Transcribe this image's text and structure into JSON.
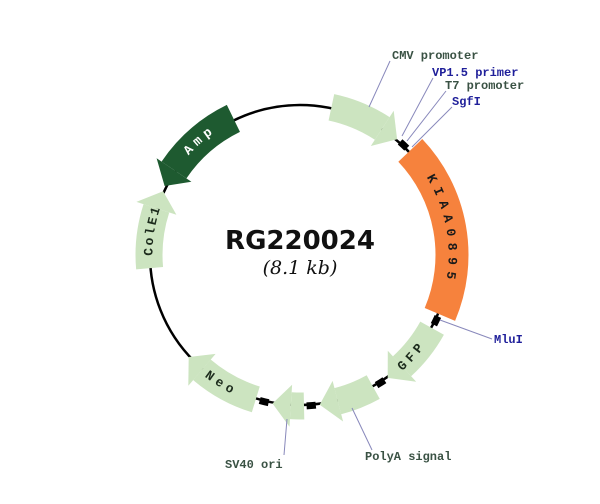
{
  "plasmid": {
    "name": "RG220024",
    "size": "(8.1 kb)"
  },
  "features": {
    "cmv": {
      "label": "CMV promoter",
      "color": "#cce4c0",
      "kind": "promoter-arrow",
      "direction": "clockwise"
    },
    "insert": {
      "label": "KIAA0895",
      "color": "#f6823d",
      "text_color": "#1a1a1a",
      "kind": "orf-band",
      "direction": "clockwise"
    },
    "gfp": {
      "label": "GFP",
      "color": "#cce4c0",
      "text_color": "#1c2b1c",
      "kind": "tag-arrow",
      "direction": "clockwise"
    },
    "polya": {
      "label": "PolyA signal",
      "color": "#cce4c0",
      "kind": "signal-arrow",
      "direction": "clockwise"
    },
    "sv40": {
      "label": "SV40 ori",
      "color": "#cce4c0",
      "kind": "origin-arrow",
      "direction": "clockwise"
    },
    "neo": {
      "label": "Neo",
      "color": "#cce4c0",
      "text_color": "#1c2b1c",
      "kind": "marker-arrow",
      "direction": "clockwise"
    },
    "cole1": {
      "label": "ColE1",
      "color": "#cce4c0",
      "text_color": "#1c2b1c",
      "kind": "origin-arrow",
      "direction": "clockwise"
    },
    "amp": {
      "label": "Amp",
      "color": "#1e5a30",
      "text_color": "#ffffff",
      "kind": "marker-arrow",
      "direction": "counterclockwise"
    }
  },
  "callouts": {
    "cmv": {
      "label": "CMV promoter",
      "color": "#3a5244"
    },
    "vp15": {
      "label": "VP1.5 primer",
      "color": "#1f1f9a"
    },
    "t7": {
      "label": "T7 promoter",
      "color": "#3a5244"
    },
    "sgfi": {
      "label": "SgfI",
      "color": "#1f1f9a"
    },
    "mlui": {
      "label": "MluI",
      "color": "#1f1f9a"
    },
    "polya": {
      "label": "PolyA signal",
      "color": "#3a5244"
    },
    "sv40": {
      "label": "SV40 ori",
      "color": "#3a5244"
    }
  },
  "colors": {
    "backbone": "#000000",
    "leader_line": "#8888bb",
    "title_text": "#111111"
  }
}
